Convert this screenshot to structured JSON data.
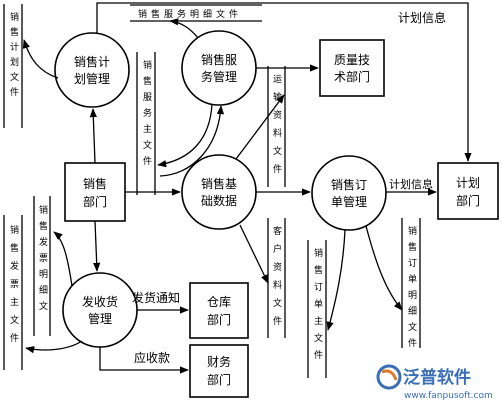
{
  "diagram": {
    "processes": {
      "sales_plan": [
        "销售计",
        "划管理"
      ],
      "sales_service": [
        "销售服",
        "务管理"
      ],
      "sales_base": [
        "销售基",
        "础数据"
      ],
      "sales_order": [
        "销售订",
        "单管理"
      ],
      "shipping": [
        "发收货",
        "管理"
      ]
    },
    "entities": {
      "sales_dept": [
        "销售",
        "部门"
      ],
      "quality_dept": [
        "质量技",
        "术部门"
      ],
      "plan_dept": [
        "计划",
        "部门"
      ],
      "warehouse_dept": [
        "仓库",
        "部门"
      ],
      "finance_dept": [
        "财务",
        "部门"
      ]
    },
    "data_stores": {
      "sales_plan_file": "销售计划文件",
      "service_detail_file": "销售服务明细文件",
      "service_master_file": "销售服务主文件",
      "transport_file": "运输资料文件",
      "customer_file": "客户资料文件",
      "order_master_file": "销售订单主文件",
      "order_detail_file": "销售订单明细文件",
      "invoice_detail_file": "销售发票明细文",
      "invoice_master_file": "销售发票主文件"
    },
    "flow_labels": {
      "plan_info_top": "计划信息",
      "plan_info_mid": "计划信息",
      "delivery_notice": "发货通知",
      "receivable": "应收款"
    }
  },
  "watermark": {
    "brand": "泛普软件",
    "url": "www.fanpusoft.com"
  }
}
